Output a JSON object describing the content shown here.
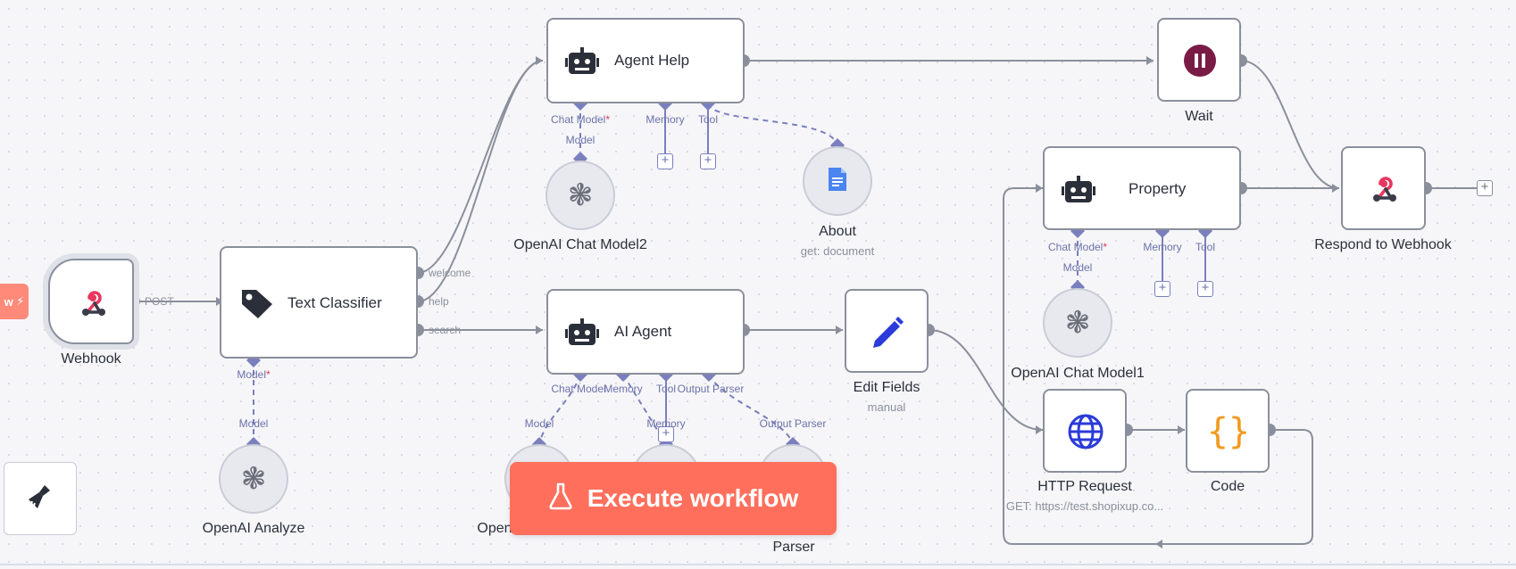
{
  "trigger_tab": {
    "label": "w"
  },
  "execute": {
    "label": "Execute workflow"
  },
  "clean_icon": "broom-icon",
  "nodes": {
    "webhook": {
      "label": "Webhook",
      "output": "POST"
    },
    "text_classifier": {
      "label": "Text Classifier",
      "outputs": [
        "welcome",
        "help",
        "search"
      ],
      "input_model": "Model"
    },
    "openai_analyze": {
      "label": "OpenAI Analyze",
      "port": "Model"
    },
    "agent_help": {
      "label": "Agent Help",
      "ports": [
        "Chat Model",
        "Memory",
        "Tool"
      ]
    },
    "openai_chat_model2": {
      "label": "OpenAI Chat Model2",
      "port": "Model"
    },
    "about": {
      "label": "About",
      "sub": "get: document"
    },
    "ai_agent": {
      "label": "AI Agent",
      "ports": [
        "Chat Model",
        "Memory",
        "Tool",
        "Output Parser"
      ]
    },
    "ai_agent_subs": {
      "model": "Model",
      "memory": "Memory",
      "parser": "Output Parser",
      "left_label": "Open",
      "right_label": "Parser"
    },
    "edit_fields": {
      "label": "Edit Fields",
      "sub": "manual"
    },
    "wait": {
      "label": "Wait"
    },
    "property": {
      "label": "Property",
      "ports": [
        "Chat Model",
        "Memory",
        "Tool"
      ]
    },
    "openai_chat_model1": {
      "label": "OpenAI Chat Model1",
      "port": "Model"
    },
    "respond": {
      "label": "Respond to Webhook"
    },
    "http_request": {
      "label": "HTTP Request",
      "sub": "GET: https://test.shopixup.co..."
    },
    "code": {
      "label": "Code"
    }
  },
  "required_mark": "*",
  "colors": {
    "accent": "#ff6f5c",
    "port": "#7a7fbd",
    "node_border": "#8a8f9b",
    "wait": "#7a1b46",
    "http": "#2b3bd9",
    "code": "#f29a1f",
    "edit": "#2b3bd9",
    "about": "#4a85f0"
  }
}
